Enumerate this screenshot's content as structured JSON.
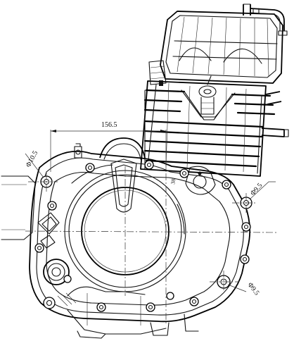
{
  "dimensions": {
    "overall_width": "156.5",
    "left_hole_diameter": "Φ10.5",
    "upper_right_hole_diameter": "Φ9.5",
    "lower_right_hole_diameter": "Φ9.5",
    "center_mark": "38"
  },
  "colors": {
    "line": "#111111",
    "background": "#ffffff"
  }
}
